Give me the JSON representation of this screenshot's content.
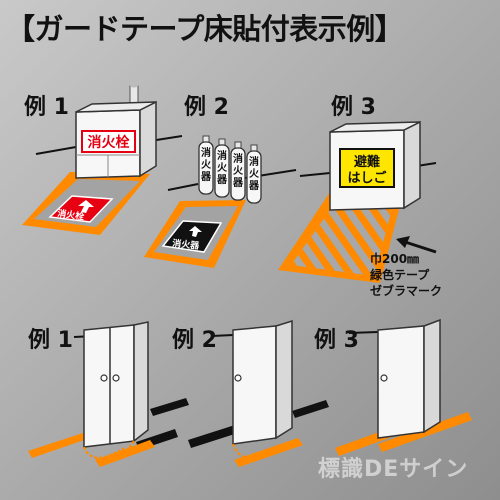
{
  "title": "【ガードテープ床貼付表示例】",
  "top_examples": [
    {
      "label": "例 1"
    },
    {
      "label": "例 2"
    },
    {
      "label": "例 3"
    }
  ],
  "bottom_examples": [
    {
      "label": "例 1"
    },
    {
      "label": "例 2"
    },
    {
      "label": "例 3"
    }
  ],
  "hydrant_box_sign": "消火栓",
  "hydrant_floor_sign": "消火栓",
  "extinguisher_cylinders": [
    "消火器",
    "消火器",
    "消火器",
    "消火器"
  ],
  "extinguisher_floor_sign": "消火器",
  "ladder_sign": {
    "line1": "避難",
    "line2": "はしご"
  },
  "note": {
    "width": "巾200㎜",
    "line2": "緑色テープ",
    "line3": "ゼブラマーク"
  },
  "watermark": "標識DEサイン",
  "colors": {
    "background": "#a9a9a9",
    "orange_tape": "#ff8a00",
    "sign_red": "#e60012",
    "sign_yellow": "#ffe600",
    "black": "#111111"
  }
}
